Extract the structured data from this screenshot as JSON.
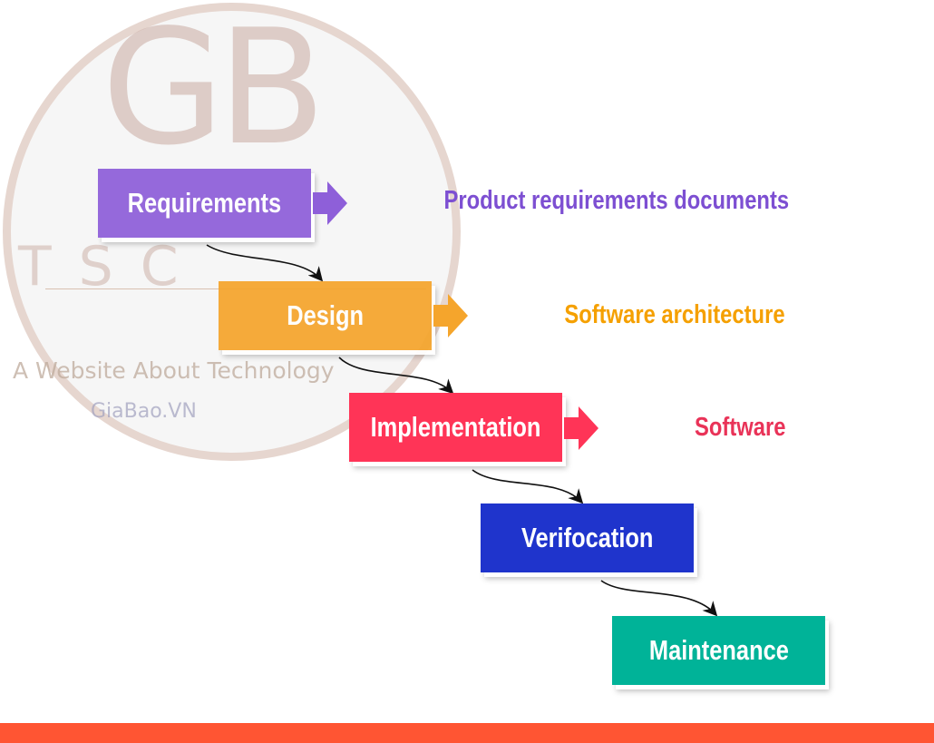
{
  "watermark": {
    "logo": "GB",
    "letters": "TSC",
    "tagline": "A Website About Technology",
    "site": "GiaBao.VN"
  },
  "phases": [
    {
      "label": "Requirements",
      "color": "#8e5fd9",
      "output": "Product requirements documents",
      "output_color": "#7d4fd2"
    },
    {
      "label": "Design",
      "color": "#f5a52c",
      "output": "Software architecture",
      "output_color": "#f5a000"
    },
    {
      "label": "Implementation",
      "color": "#ff3457",
      "output": "Software",
      "output_color": "#e93358"
    },
    {
      "label": "Verifocation",
      "color": "#1f34cc",
      "output": null
    },
    {
      "label": "Maintenance",
      "color": "#00b398",
      "output": null
    }
  ],
  "footer_color": "#ff5533"
}
